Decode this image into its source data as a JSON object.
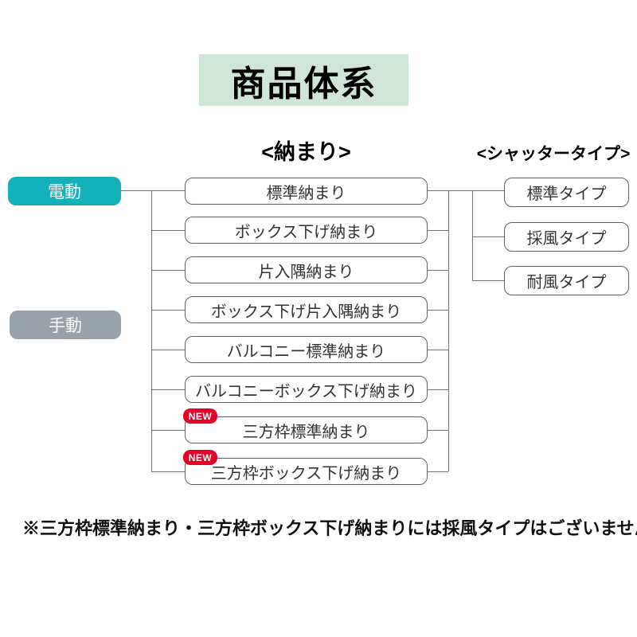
{
  "title": "商品体系",
  "headers": {
    "nakamari": "<納まり>",
    "shutter": "<シャッタータイプ>"
  },
  "drive_nodes": [
    {
      "label": "電動",
      "color": "#14b1b9"
    },
    {
      "label": "手動",
      "color": "#99a1a9"
    }
  ],
  "nakamari_items": [
    {
      "label": "標準納まり",
      "new": false
    },
    {
      "label": "ボックス下げ納まり",
      "new": false
    },
    {
      "label": "片入隅納まり",
      "new": false
    },
    {
      "label": "ボックス下げ片入隅納まり",
      "new": false
    },
    {
      "label": "バルコニー標準納まり",
      "new": false
    },
    {
      "label": "バルコニーボックス下げ納まり",
      "new": false
    },
    {
      "label": "三方枠標準納まり",
      "new": true
    },
    {
      "label": "三方枠ボックス下げ納まり",
      "new": true
    }
  ],
  "shutter_types": [
    {
      "label": "標準タイプ"
    },
    {
      "label": "採風タイプ"
    },
    {
      "label": "耐風タイプ"
    }
  ],
  "badge": {
    "label": "NEW",
    "color": "#e60027"
  },
  "footnote": "※三方枠標準納まり・三方枠ボックス下げ納まりには採風タイプはございません。",
  "colors": {
    "title_background": "#cee5d8",
    "electric_node": "#14b1b9",
    "manual_node": "#99a1a9",
    "badge_red": "#e60027",
    "box_border": "#5d6267",
    "connector": "#6e7277"
  }
}
